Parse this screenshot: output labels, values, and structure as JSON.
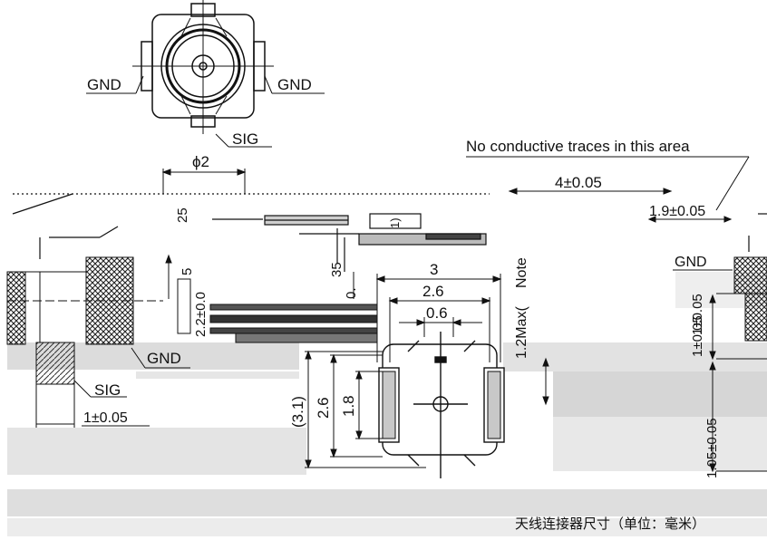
{
  "labels": {
    "gnd": "GND",
    "sig": "SIG",
    "phi2": "ϕ2",
    "note_area": "No conductive traces in this area",
    "dim_4": "4±0.05",
    "dim_1_9": "1.9±0.05",
    "dim_25": "25",
    "dim_5": "5",
    "dim_2_2": "2.2±0.0",
    "dim_35": "35",
    "dim_0": "0.",
    "dim_3": "3",
    "dim_2_6_top": "2.6",
    "dim_0_6": "0.6",
    "dim_1_2max": "1.2Max(",
    "note_rot": "Note",
    "dim_1_0_05_left": "1±0.05",
    "dim_1_05": "1±0.05",
    "dim_3_1": "(3.1)",
    "dim_2_6_side": "2.6",
    "dim_1_8": "1.8",
    "dim_1_05_0_05": "1.05±0.05",
    "small_mark": "1)",
    "caption": "天线连接器尺寸（单位：毫米）"
  },
  "colors": {
    "line": "#111111",
    "hatch": "#222222",
    "band": "#d9d9d9",
    "background": "#ffffff"
  }
}
